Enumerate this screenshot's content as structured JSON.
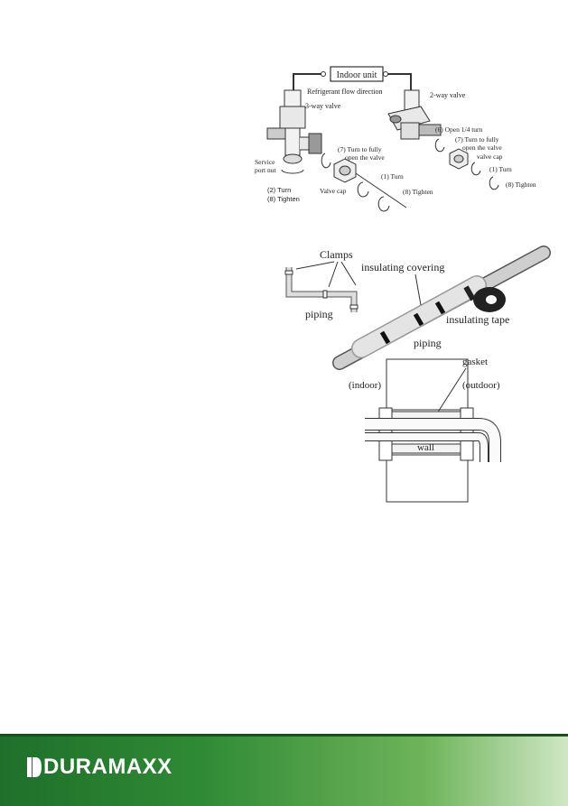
{
  "figure1": {
    "indoor_unit": "Indoor unit",
    "flow_direction": "Refrigerant flow direction",
    "three_way_valve": "3-way valve",
    "two_way_valve": "2-way valve",
    "service_port_nut": [
      "Service",
      "port nut"
    ],
    "turn_2": "(2) Turn",
    "tighten_8_left": "(8) Tighten",
    "turn_fully_left": [
      "(7) Turn to fully",
      "open the valve"
    ],
    "valve_cap_left": "Valve cap",
    "turn_1_left": "(1) Turn",
    "tighten_8_mid": "(8) Tighten",
    "open_quarter": "(6) Open 1/4 turn",
    "turn_fully_right": [
      "(7) Turn to fully",
      "open the valve"
    ],
    "valve_cap_right": "valve cap",
    "turn_1_right": "(1) Turn",
    "tighten_8_right": "(8) Tighten"
  },
  "figure2": {
    "clamps": "Clamps",
    "insulating_covering": "insulating covering",
    "piping_left": "piping",
    "insulating_tape": "insulating tape",
    "piping_center": "piping"
  },
  "figure3": {
    "gasket": "gasket",
    "indoor": "(indoor)",
    "outdoor": "(outdoor)",
    "wall": "wall"
  },
  "footer": {
    "brand": "DURAMAXX",
    "brand_color": "#2f8a35"
  }
}
